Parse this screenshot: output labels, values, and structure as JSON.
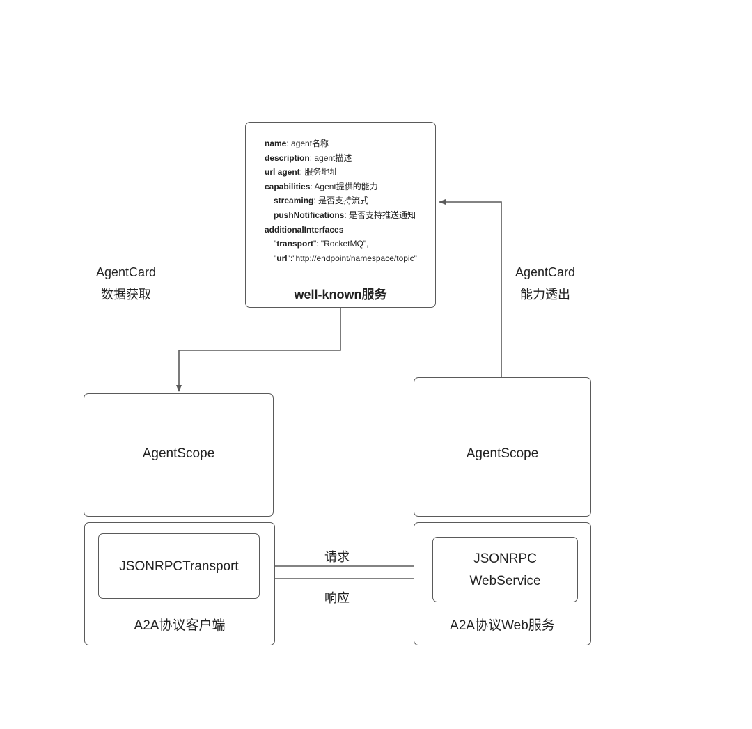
{
  "agent_card": {
    "fields": [
      {
        "key": "name",
        "sep": ": ",
        "value": "agent名称",
        "indent": false
      },
      {
        "key": "description",
        "sep": ": ",
        "value": "agent描述",
        "indent": false
      },
      {
        "key": "url agent",
        "sep": ": ",
        "value": "服务地址",
        "indent": false
      },
      {
        "key": "capabilities",
        "sep": ": ",
        "value": "Agent提供的能力",
        "indent": false
      },
      {
        "key": "streaming",
        "sep": ": ",
        "value": "是否支持流式",
        "indent": true
      },
      {
        "key": "pushNotifications",
        "sep": ": ",
        "value": "是否支持推送通知",
        "indent": true
      },
      {
        "key": "additionalInterfaces",
        "sep": "",
        "value": "",
        "indent": false
      },
      {
        "prefix": "\"",
        "key": "transport",
        "sep": "\": ",
        "value": "\"RocketMQ\",",
        "indent": true
      },
      {
        "prefix": "\"",
        "key": "url",
        "sep": "\":",
        "value": "\"http://endpoint/namespace/topic\"",
        "indent": true
      }
    ],
    "title": "well-known服务"
  },
  "left_annotation": {
    "line1": "AgentCard",
    "line2": "数据获取"
  },
  "right_annotation": {
    "line1": "AgentCard",
    "line2": "能力透出"
  },
  "client": {
    "agentscope_label": "AgentScope",
    "transport_label": "JSONRPCTransport",
    "container_label": "A2A协议客户端"
  },
  "server": {
    "agentscope_label": "AgentScope",
    "webservice_line1": "JSONRPC",
    "webservice_line2": "WebService",
    "container_label": "A2A协议Web服务"
  },
  "request_label": "请求",
  "response_label": "响应",
  "colors": {
    "stroke": "#5a5a5a",
    "text": "#222222",
    "background": "#ffffff"
  }
}
